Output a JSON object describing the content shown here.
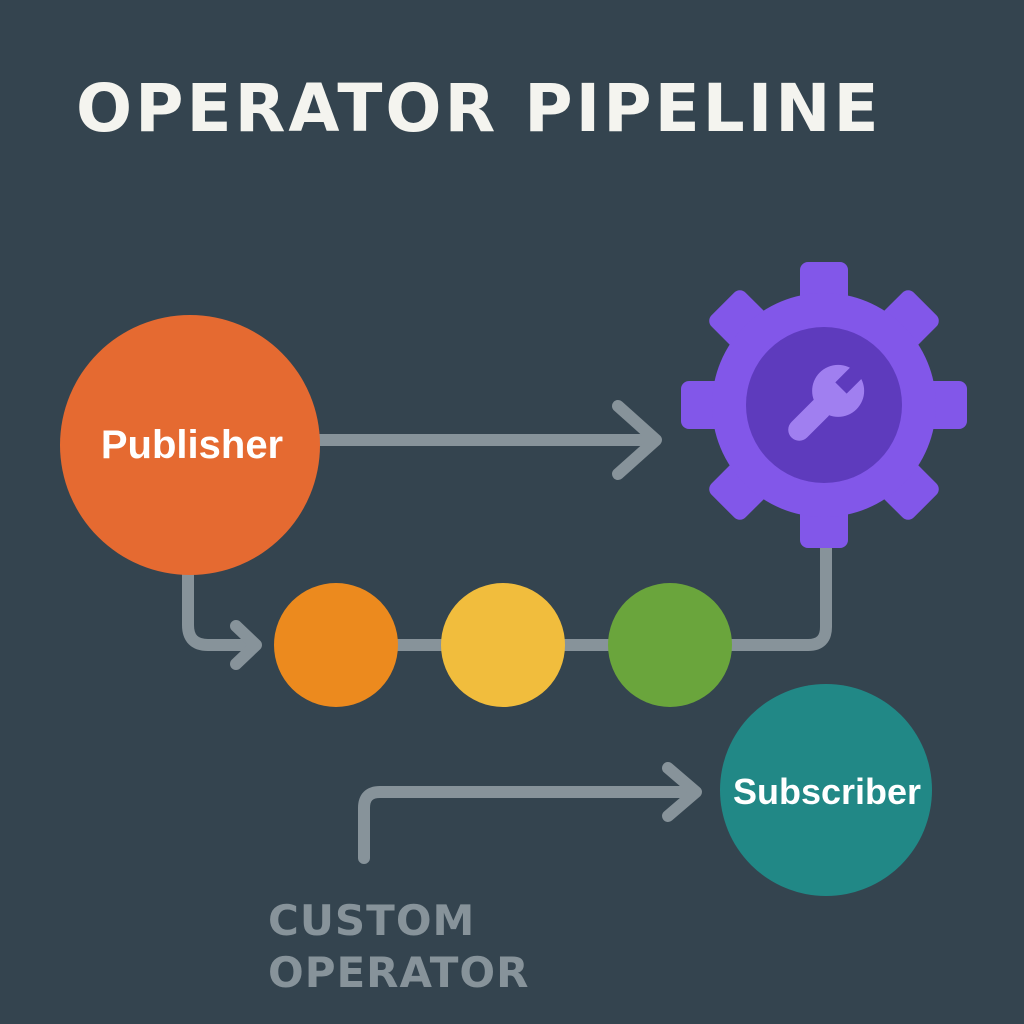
{
  "title": "OPERATOR PIPELINE",
  "nodes": {
    "publisher": "Publisher",
    "subscriber": "Subscriber"
  },
  "operator_icon": "wrench-gear-icon",
  "custom_operator_label": [
    "CUSTOM",
    "OPERATOR"
  ],
  "colors": {
    "background": "#34444f",
    "publisher": "#e56a31",
    "subscriber": "#218886",
    "gear": "#8257e9",
    "gear_inner": "#5e3bbd",
    "wrench": "#a07ff0",
    "stage_1": "#ec8a1e",
    "stage_2": "#f1bd3d",
    "stage_3": "#6aa53c",
    "connector": "#87939a"
  }
}
